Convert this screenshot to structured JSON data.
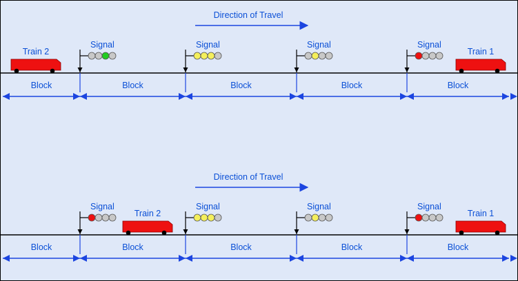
{
  "colors": {
    "background": "#dfe8f8",
    "border": "#000000",
    "text": "#0a4fd6",
    "arrow": "#1c45e0",
    "train": "#ee1111",
    "wheel": "#000000",
    "light_off": "#c8c8c8",
    "light_green": "#22cc22",
    "light_yellow": "#f4ef5c",
    "light_red": "#ee1111"
  },
  "panels": [
    {
      "direction_label": "Direction of Travel",
      "signals": [
        {
          "label": "Signal",
          "aspect": [
            "off",
            "off",
            "green",
            "off"
          ]
        },
        {
          "label": "Signal",
          "aspect": [
            "yellow",
            "yellow",
            "yellow",
            "off"
          ]
        },
        {
          "label": "Signal",
          "aspect": [
            "off",
            "yellow",
            "off",
            "off"
          ]
        },
        {
          "label": "Signal",
          "aspect": [
            "red",
            "off",
            "off",
            "off"
          ]
        }
      ],
      "trains": [
        {
          "label": "Train 2",
          "facing": "right"
        },
        {
          "label": "Train 1",
          "facing": "right"
        }
      ],
      "blocks": [
        "Block",
        "Block",
        "Block",
        "Block",
        "Block"
      ]
    },
    {
      "direction_label": "Direction of Travel",
      "signals": [
        {
          "label": "Signal",
          "aspect": [
            "red",
            "off",
            "off",
            "off"
          ]
        },
        {
          "label": "Signal",
          "aspect": [
            "yellow",
            "yellow",
            "yellow",
            "off"
          ]
        },
        {
          "label": "Signal",
          "aspect": [
            "off",
            "yellow",
            "off",
            "off"
          ]
        },
        {
          "label": "Signal",
          "aspect": [
            "red",
            "off",
            "off",
            "off"
          ]
        }
      ],
      "trains": [
        {
          "label": "Train 2",
          "facing": "right"
        },
        {
          "label": "Train 1",
          "facing": "right"
        }
      ],
      "blocks": [
        "Block",
        "Block",
        "Block",
        "Block",
        "Block"
      ]
    }
  ]
}
